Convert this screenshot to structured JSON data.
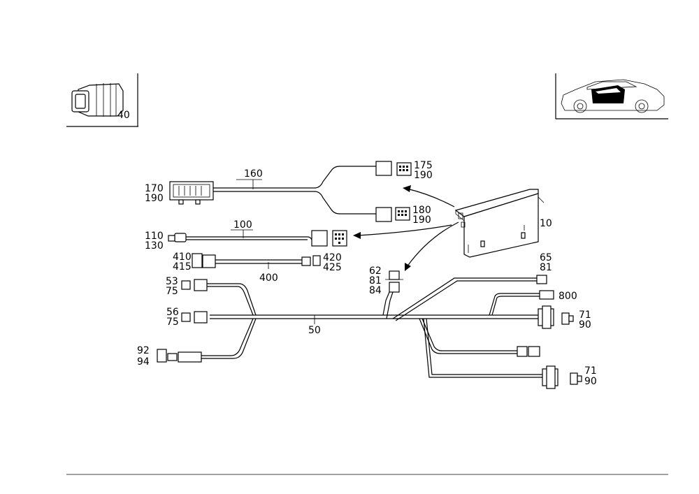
{
  "inset_left": {
    "part_number": "40"
  },
  "inset_right": {
    "icon": "car-door-thumbnail"
  },
  "harness_labels": {
    "h160": "160",
    "h100": "100",
    "h400": "400",
    "h50": "50",
    "h10": "10"
  },
  "part_labels": {
    "p175": "175",
    "p190a": "190",
    "p180": "180",
    "p190b": "190",
    "p170": "170",
    "p190c": "190",
    "p110": "110",
    "p130": "130",
    "p410": "410",
    "p415": "415",
    "p420": "420",
    "p425": "425",
    "p62": "62",
    "p81a": "81",
    "p84": "84",
    "p65": "65",
    "p81b": "81",
    "p800": "800",
    "p71a": "71",
    "p90a": "90",
    "p71b": "71",
    "p90b": "90",
    "p53": "53",
    "p75a": "75",
    "p56": "56",
    "p75b": "75",
    "p92": "92",
    "p94": "94"
  }
}
